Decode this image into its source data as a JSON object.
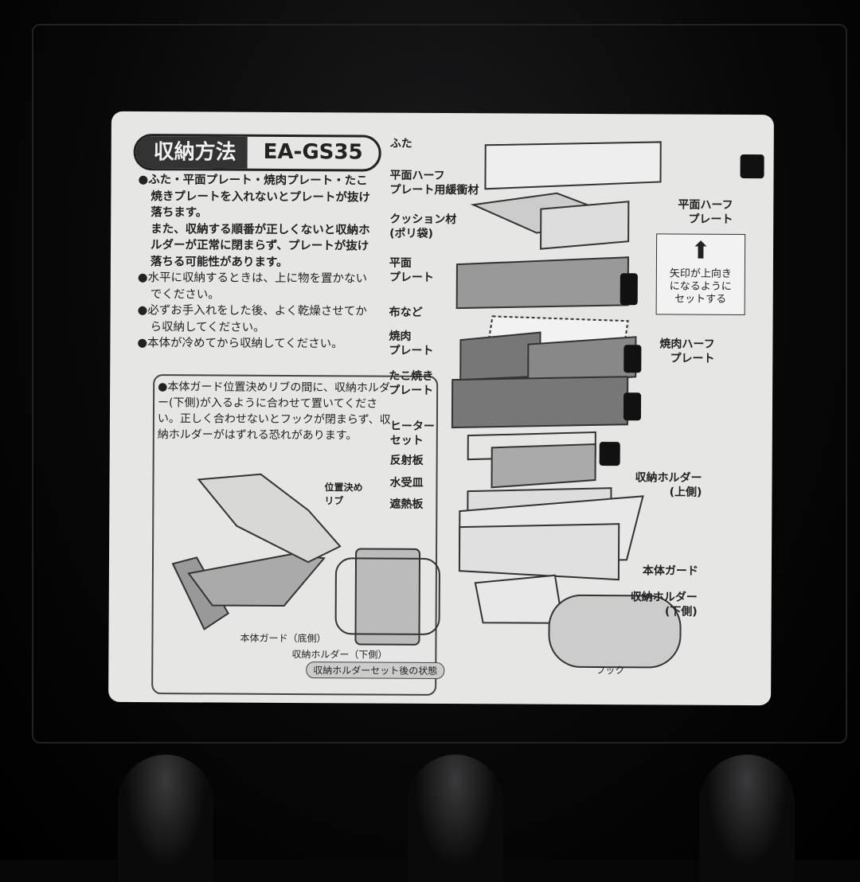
{
  "label": {
    "title": "収納方法",
    "model": "EA-GS35",
    "notes": [
      "●ふた・平面プレート・焼肉プレート・たこ焼きプレートを入れないとプレートが抜け落ちます。",
      "また、収納する順番が正しくないと収納ホルダーが正常に閉まらず、プレートが抜け落ちる可能性があります。",
      "●水平に収納するときは、上に物を置かないでください。",
      "●必ずお手入れをした後、よく乾燥させてから収納してください。",
      "●本体が冷めてから収納してください。"
    ],
    "box_note": "●本体ガード位置決めリブの間に、収納ホルダー(下側)が入るように合わせて置いてください。正しく合わせないとフックが閉まらず、収納ホルダーがはずれる恐れがあります。",
    "box_labels": {
      "rib": "位置決め\nリブ",
      "guard_bottom": "本体ガード（底側）",
      "holder_lower": "収納ホルダー（下側）",
      "state": "収納ホルダーセット後の状態"
    },
    "parts_left": [
      "ふた",
      "平面ハーフ\nプレート用緩衝材",
      "クッション材\n(ポリ袋)",
      "平面\nプレート",
      "布など",
      "焼肉\nプレート",
      "たこ焼き\nプレート",
      "ヒーター\nセット",
      "反射板",
      "水受皿",
      "遮熱板"
    ],
    "parts_right": [
      "平面ハーフ\nプレート",
      "焼肉ハーフ\nプレート",
      "収納ホルダー\n(上側)",
      "本体ガード",
      "収納ホルダー\n(下側)",
      "フック"
    ],
    "arrow_note": "矢印が上向き\nになるように\nセットする"
  }
}
